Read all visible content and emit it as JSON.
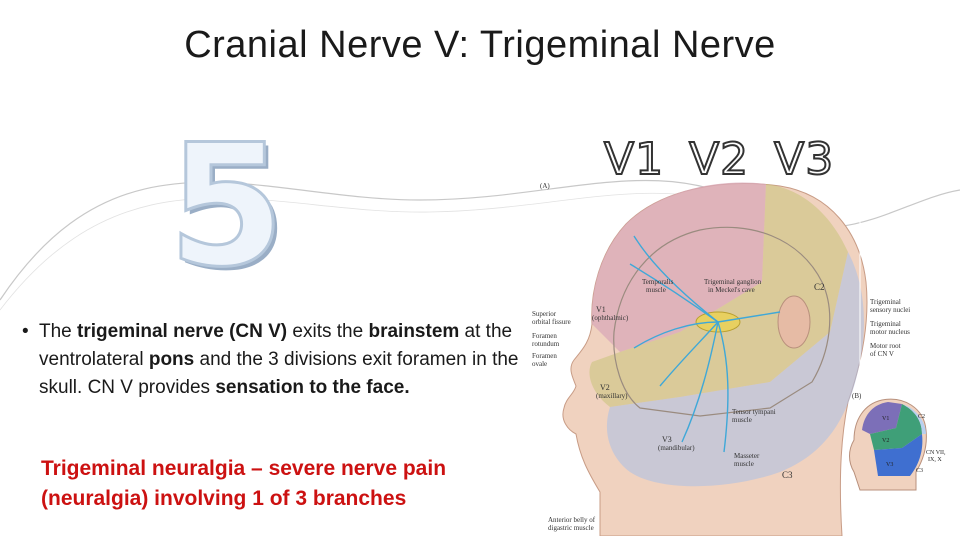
{
  "slide": {
    "title": "Cranial Nerve V: Trigeminal Nerve",
    "big_number": "5",
    "branches_heading": "V1  V2  V3"
  },
  "bullet": {
    "marker": "•",
    "segments": [
      {
        "text": "The ",
        "bold": false
      },
      {
        "text": "trigeminal nerve (CN V)",
        "bold": true
      },
      {
        "text": " exits the ",
        "bold": false
      },
      {
        "text": "brainstem",
        "bold": true
      },
      {
        "text": " at the ventrolateral ",
        "bold": false
      },
      {
        "text": "pons",
        "bold": true
      },
      {
        "text": " and the 3 divisions exit foramen in the skull.  CN V provides ",
        "bold": false
      },
      {
        "text": "sensation to the face.",
        "bold": true
      }
    ]
  },
  "callout": "Trigeminal neuralgia – severe nerve pain (neuralgia) involving 1 of 3 branches",
  "figure": {
    "panel_a": "(A)",
    "panel_b": "(B)",
    "labels": {
      "temporalis": "Temporalis",
      "temporalis2": "muscle",
      "ganglion": "Trigeminal ganglion",
      "ganglion2": "in Meckel's cave",
      "c2": "C2",
      "c3": "C3",
      "sup_orbital": "Superior",
      "sup_orbital2": "orbital fissure",
      "foramen_rot": "Foramen",
      "foramen_rot2": "rotundum",
      "foramen_ovale": "Foramen",
      "foramen_ovale2": "ovale",
      "v1": "V1",
      "v1_sub": "(ophthalmic)",
      "v2": "V2",
      "v2_sub": "(maxillary)",
      "v3": "V3",
      "v3_sub": "(mandibular)",
      "tensor": "Tensor tympani",
      "tensor2": "muscle",
      "masseter": "Masseter",
      "masseter2": "muscle",
      "digastric": "Anterior belly of",
      "digastric2": "digastric muscle",
      "sensory_nuclei": "Trigeminal",
      "sensory_nuclei2": "sensory nuclei",
      "motor_nucleus": "Trigeminal",
      "motor_nucleus2": "motor nucleus",
      "motor_root": "Motor root",
      "motor_root2": "of CN V",
      "inset_v1": "V1",
      "inset_v2": "V2",
      "inset_v3": "V3",
      "inset_c2": "C2",
      "inset_c3": "C3",
      "inset_cn": "CN VII,",
      "inset_cn2": "IX, X"
    },
    "colors": {
      "v1_region": "#d9a8b8",
      "v2_region": "#c9c37a",
      "v3_region": "#a9c0e8",
      "skin": "#f0d2bf",
      "nerve": "#3fa8d8",
      "ganglion": "#e8d060"
    }
  }
}
